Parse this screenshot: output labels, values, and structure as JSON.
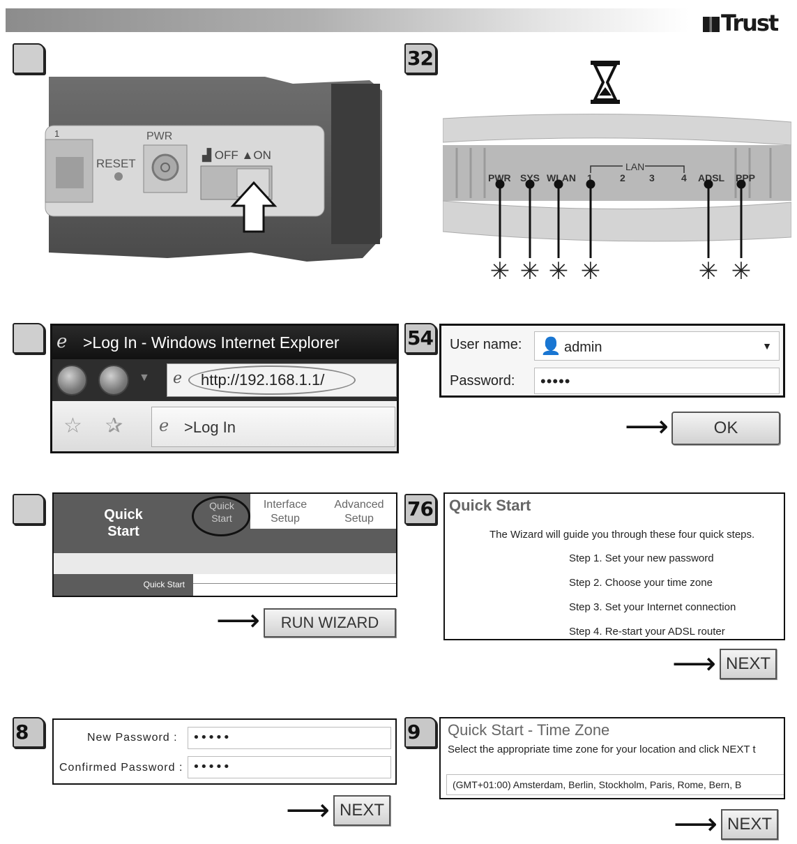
{
  "brand": {
    "logo_text": "Trust"
  },
  "steps": {
    "s1": {
      "num": ""
    },
    "s2": {
      "num": "32"
    },
    "s3": {
      "num": ""
    },
    "s4": {
      "num": "54"
    },
    "s5": {
      "num": ""
    },
    "s6": {
      "num": "76"
    },
    "s7": {
      "num": "8"
    },
    "s8": {
      "num": "9"
    }
  },
  "router_back": {
    "port_label": "1",
    "reset_label": "RESET",
    "pwr_label": "PWR",
    "off_label": "OFF",
    "on_label": "ON"
  },
  "router_front": {
    "leds": [
      "PWR",
      "SYS",
      "WLAN",
      "1",
      "2",
      "3",
      "4",
      "ADSL",
      "PPP"
    ],
    "lan_group_label": "LAN"
  },
  "browser": {
    "title": ">Log In - Windows Internet Explorer",
    "url": "http://192.168.1.1/",
    "tab_label": ">Log In"
  },
  "login": {
    "username_label": "User name:",
    "username_value": "admin",
    "password_label": "Password:",
    "password_value": "•••••",
    "ok_label": "OK"
  },
  "wizard_tabs": {
    "side_title_line1": "Quick",
    "side_title_line2": "Start",
    "tab1_line1": "Quick",
    "tab1_line2": "Start",
    "tab2_line1": "Interface",
    "tab2_line2": "Setup",
    "tab3_line1": "Advanced",
    "tab3_line2": "Setup",
    "sub_label": "Quick Start",
    "run_wizard_label": "RUN WIZARD"
  },
  "quick_start": {
    "title": "Quick Start",
    "intro": "The Wizard will guide you through these four quick steps.",
    "steps": [
      "Step 1. Set your new password",
      "Step 2. Choose your time zone",
      "Step 3. Set your Internet connection",
      "Step 4. Re-start your ADSL router"
    ],
    "next_label": "NEXT"
  },
  "new_password": {
    "new_label": "New Password :",
    "new_value": "•••••",
    "confirm_label": "Confirmed Password :",
    "confirm_value": "•••••",
    "next_label": "NEXT"
  },
  "time_zone": {
    "title": "Quick Start - Time Zone",
    "instruction": "Select the appropriate time zone for your location and click NEXT t",
    "selected": "(GMT+01:00) Amsterdam, Berlin, Stockholm, Paris, Rome, Bern, B",
    "next_label": "NEXT"
  }
}
